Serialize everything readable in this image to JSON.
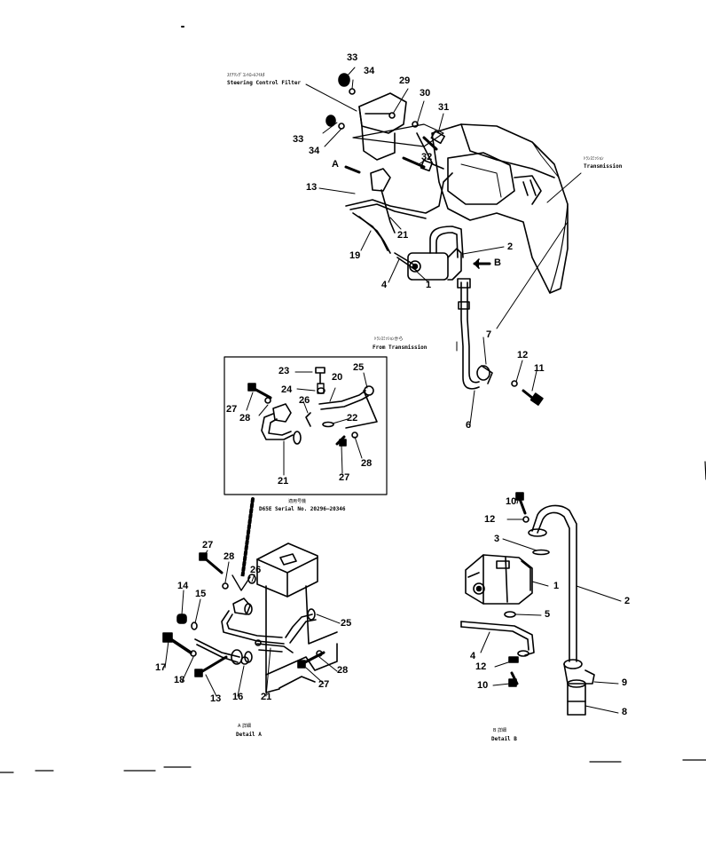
{
  "labels": {
    "steering_filter_jp": "ｽﾃｱﾘﾝｸﾞｺﾝﾄﾛｰﾙﾌｲﾙﾀ",
    "steering_filter": "Steering Control Filter",
    "transmission_jp": "ﾄﾗﾝｽﾐｯｼｮﾝ",
    "transmission": "Transmission",
    "from_transmission_jp": "ﾄﾗﾝｽﾐｯｼｮﾝから",
    "from_transmission": "From Transmission",
    "serial_jp": "適用号機",
    "serial": "D65E Serial No. 20296—20346",
    "detail_a_jp": "A 詳細",
    "detail_a": "Detail A",
    "detail_b_jp": "B 詳細",
    "detail_b": "Detail B",
    "view_a": "A",
    "view_b": "B"
  },
  "callouts": {
    "c33a": "33",
    "c34a": "34",
    "c29": "29",
    "c30": "30",
    "c31": "31",
    "c33b": "33",
    "c34b": "34",
    "c32": "32",
    "c13a": "13",
    "c21a": "21",
    "c19": "19",
    "c2a": "2",
    "c4a": "4",
    "c1a": "1",
    "c7": "7",
    "c12a": "12",
    "c11": "11",
    "c6": "6",
    "c23": "23",
    "c25a": "25",
    "c24": "24",
    "c20": "20",
    "c27a": "27",
    "c28a": "28",
    "c26a": "26",
    "c22": "22",
    "c28b": "28",
    "c27b": "27",
    "c21b": "21",
    "c10a": "10",
    "c12b": "12",
    "c3": "3",
    "c1b": "1",
    "c2b": "2",
    "c5": "5",
    "c4b": "4",
    "c12c": "12",
    "c10b": "10",
    "c9": "9",
    "c8": "8",
    "c27c": "27",
    "c28c": "28",
    "c14": "14",
    "c15": "15",
    "c26b": "26",
    "c25b": "25",
    "c17": "17",
    "c18a": "18",
    "c13b": "13",
    "c16": "16",
    "c21c": "21",
    "c27d": "27",
    "c28d": "28"
  }
}
